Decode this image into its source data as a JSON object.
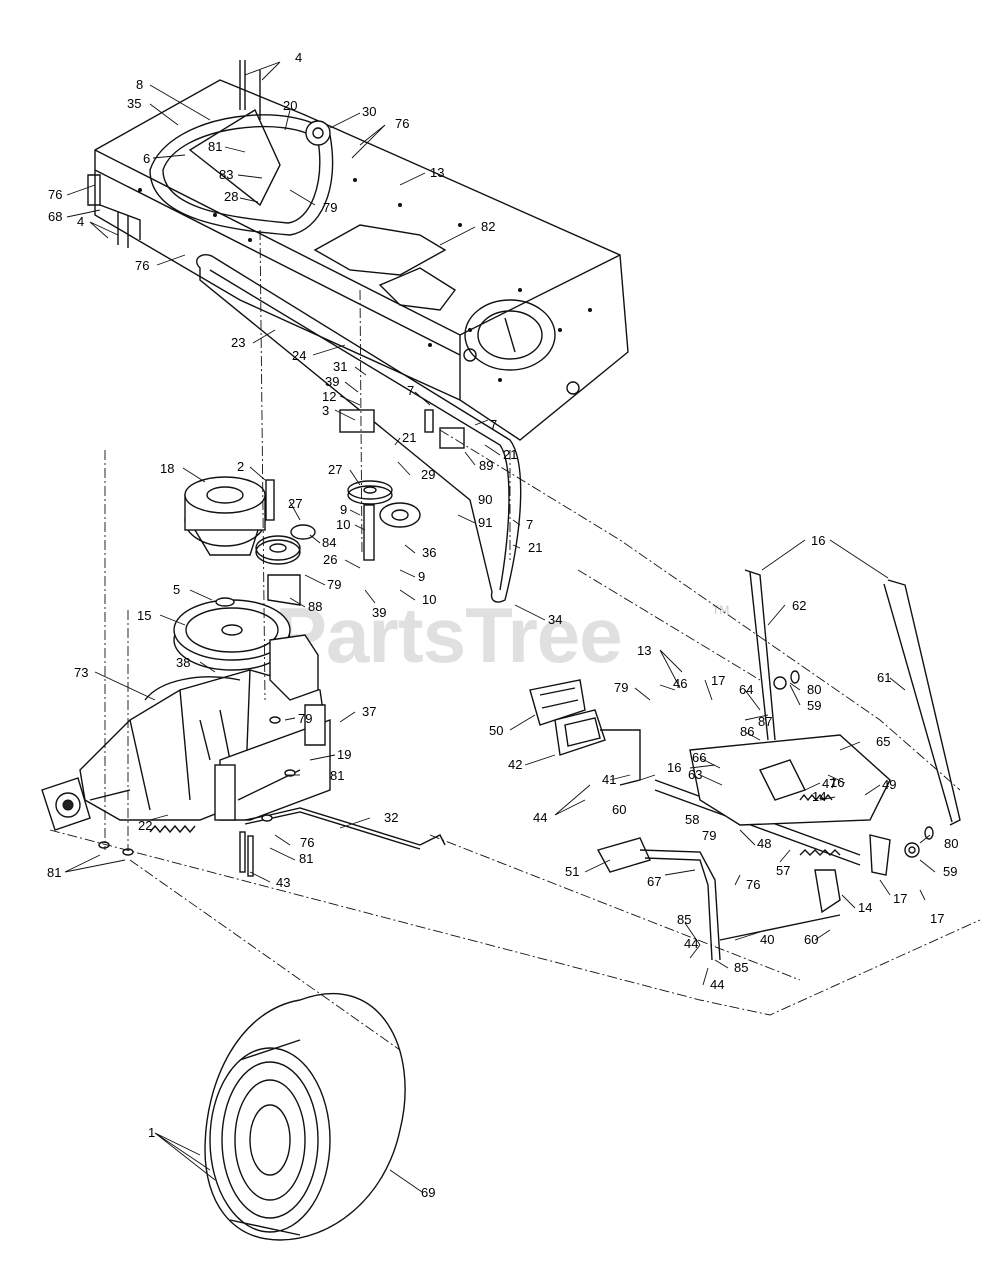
{
  "watermark": {
    "brand": "PartsTree",
    "trademark": "TM"
  },
  "callouts": [
    "4",
    "8",
    "35",
    "20",
    "30",
    "76",
    "81",
    "6",
    "83",
    "28",
    "79",
    "76",
    "68",
    "13",
    "4",
    "76",
    "82",
    "23",
    "24",
    "31",
    "39",
    "12",
    "7",
    "3",
    "21",
    "7",
    "21",
    "89",
    "18",
    "2",
    "27",
    "29",
    "27",
    "90",
    "9",
    "10",
    "91",
    "84",
    "36",
    "7",
    "21",
    "26",
    "9",
    "79",
    "10",
    "5",
    "39",
    "88",
    "34",
    "16",
    "15",
    "62",
    "61",
    "13",
    "80",
    "46",
    "79",
    "17",
    "64",
    "59",
    "73",
    "50",
    "38",
    "87",
    "86",
    "65",
    "79",
    "37",
    "42",
    "66",
    "16",
    "19",
    "44",
    "41",
    "63",
    "16",
    "47",
    "14",
    "60",
    "58",
    "49",
    "22",
    "81",
    "32",
    "79",
    "48",
    "57",
    "80",
    "51",
    "76",
    "59",
    "81",
    "67",
    "76",
    "17",
    "81",
    "43",
    "14",
    "17",
    "40",
    "60",
    "85",
    "44",
    "85",
    "44",
    "1",
    "69"
  ]
}
